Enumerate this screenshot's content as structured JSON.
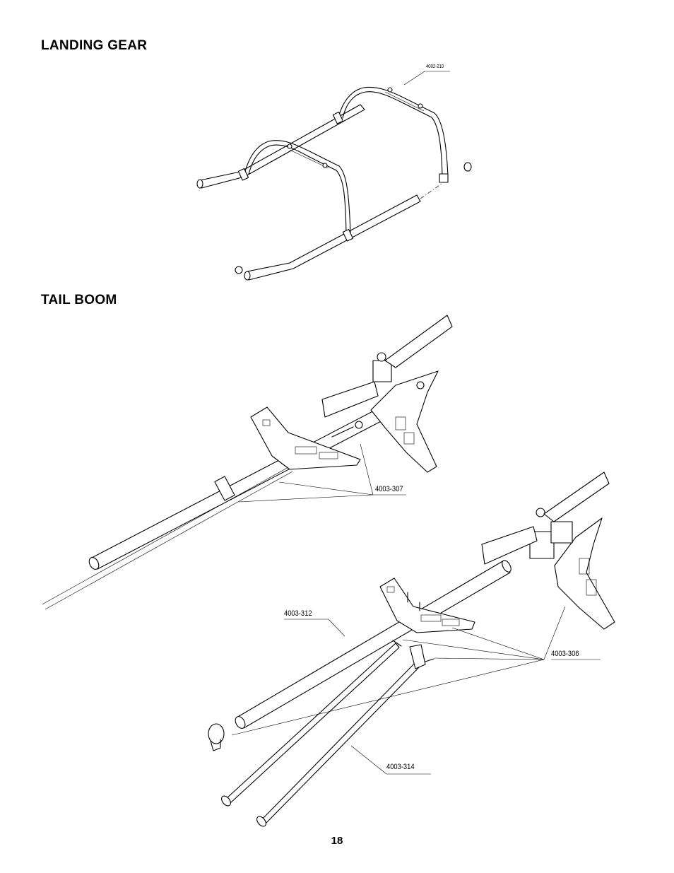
{
  "headings": {
    "landing_gear": "LANDING GEAR",
    "tail_boom": "TAIL BOOM"
  },
  "callouts": {
    "landing_gear": "4002-210",
    "tail_307": "4003-307",
    "tail_312": "4003-312",
    "tail_306": "4003-306",
    "tail_314": "4003-314"
  },
  "page_number": "18"
}
